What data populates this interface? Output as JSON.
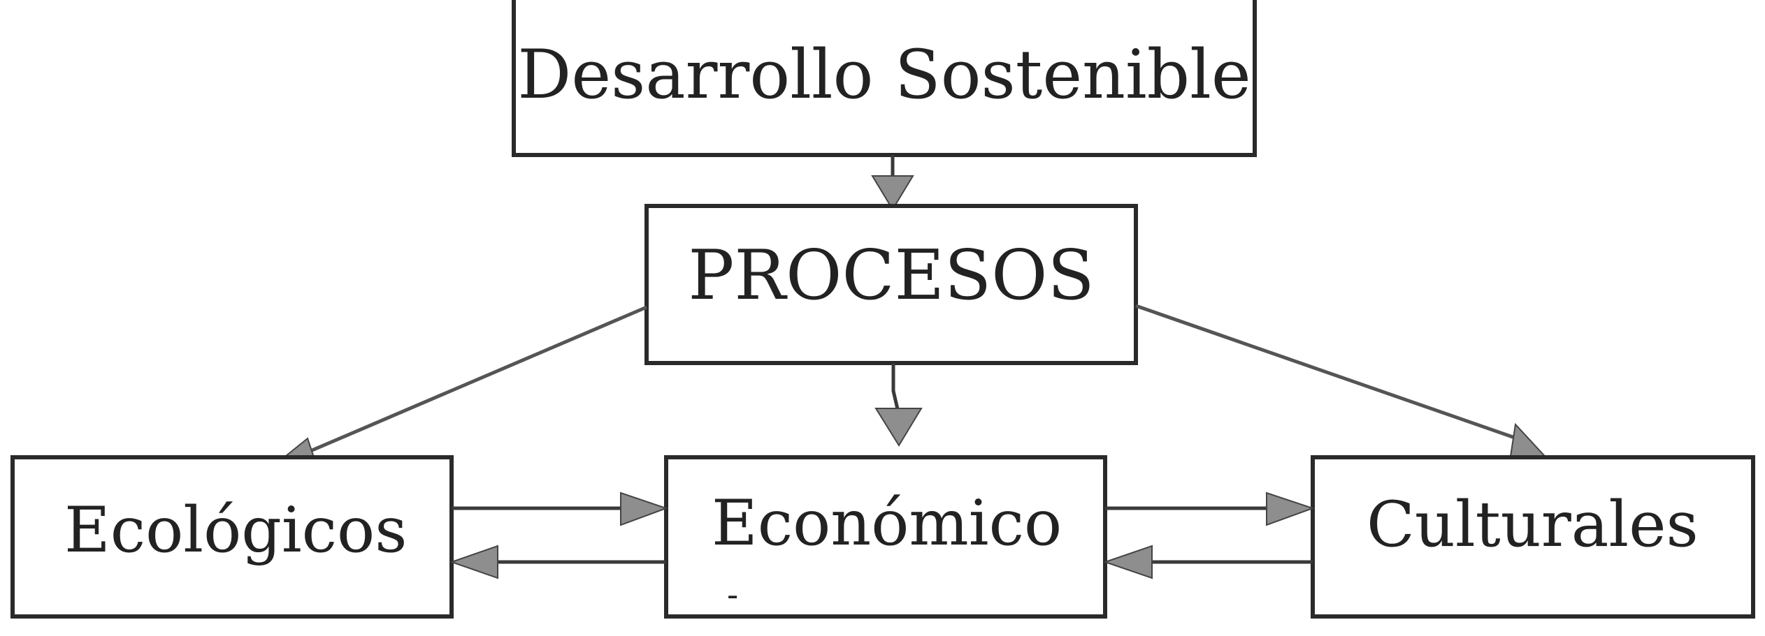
{
  "nodes": {
    "desarrollo_sostenible": "Desarrollo Sostenible",
    "procesos": "PROCESOS",
    "ecologicos": "Ecológicos",
    "economico": "Económico",
    "economico_mark": "-",
    "culturales": "Culturales"
  },
  "colors": {
    "stroke": "#2a2a2a",
    "arrowhead_fill": "#8e8e8e",
    "text": "#222222"
  }
}
